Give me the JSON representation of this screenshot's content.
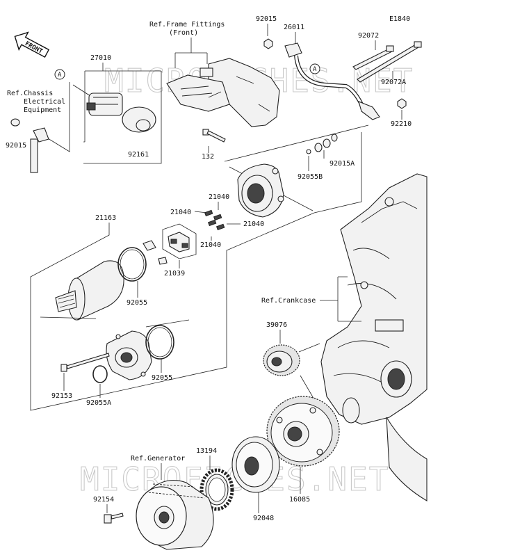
{
  "diagram_code": "E1840",
  "front_arrow_text": "FRONT",
  "watermark": "MICROFICHES.NET",
  "references": {
    "frame_fittings": [
      "Ref.Frame Fittings",
      "(Front)"
    ],
    "chassis": [
      "Ref.Chassis",
      "Electrical",
      "Equipment"
    ],
    "crankcase": "Ref.Crankcase",
    "generator": "Ref.Generator"
  },
  "callout_marker": "A",
  "parts": {
    "p27010": "27010",
    "p92161": "92161",
    "p92015_left": "92015",
    "p92015_top": "92015",
    "p26011": "26011",
    "p92072": "92072",
    "p92072A": "92072A",
    "p92210": "92210",
    "p132": "132",
    "p92015A": "92015A",
    "p92055B": "92055B",
    "p21163": "21163",
    "p21040_a": "21040",
    "p21040_b": "21040",
    "p21040_c": "21040",
    "p21040_d": "21040",
    "p21039": "21039",
    "p92055_a": "92055",
    "p92055_b": "92055",
    "p92153": "92153",
    "p92055A": "92055A",
    "p39076": "39076",
    "p13194": "13194",
    "p92048": "92048",
    "p16085": "16085",
    "p92154": "92154"
  }
}
